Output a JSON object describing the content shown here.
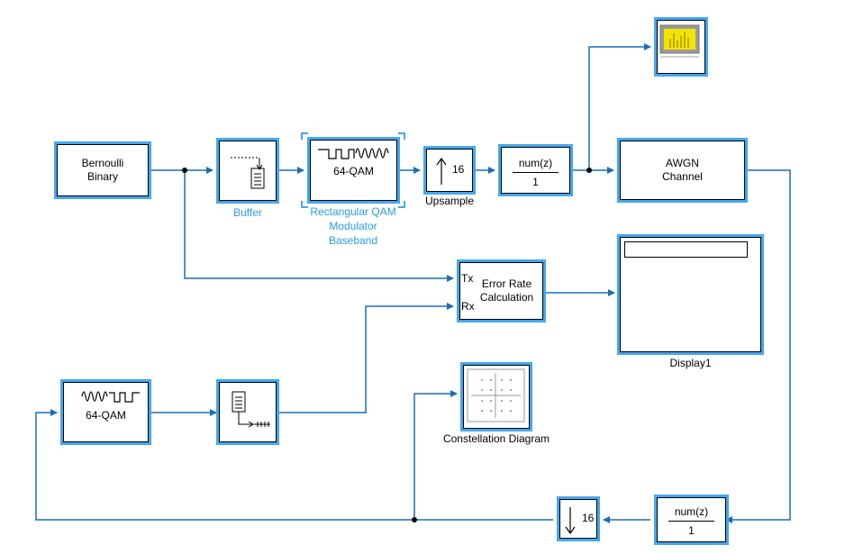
{
  "colors": {
    "selection": "#45a7ee",
    "label_blue": "#2b9ae6",
    "wire": "#1a6fb5"
  },
  "blocks": {
    "bernoulli": {
      "line1": "Bernoulli",
      "line2": "Binary"
    },
    "buffer": {
      "name": "Buffer"
    },
    "qam_mod": {
      "text": "64-QAM",
      "name_line1": "Rectangular QAM",
      "name_line2": "Modulator",
      "name_line3": "Baseband"
    },
    "upsample": {
      "factor": "16",
      "name": "Upsample"
    },
    "filter_tx": {
      "num": "num(z)",
      "den": "1"
    },
    "spectrum": {
      "icon": "spectrum-analyzer-icon"
    },
    "awgn": {
      "line1": "AWGN",
      "line2": "Channel"
    },
    "error_rate": {
      "port_tx": "Tx",
      "port_rx": "Rx",
      "line1": "Error Rate",
      "line2": "Calculation"
    },
    "display": {
      "name": "Display1"
    },
    "qam_demod": {
      "text": "64-QAM"
    },
    "unbuffer": {
      "icon": "unbuffer-icon"
    },
    "constellation": {
      "name": "Constellation Diagram"
    },
    "downsample": {
      "factor": "16"
    },
    "filter_rx": {
      "num": "num(z)",
      "den": "1"
    }
  }
}
